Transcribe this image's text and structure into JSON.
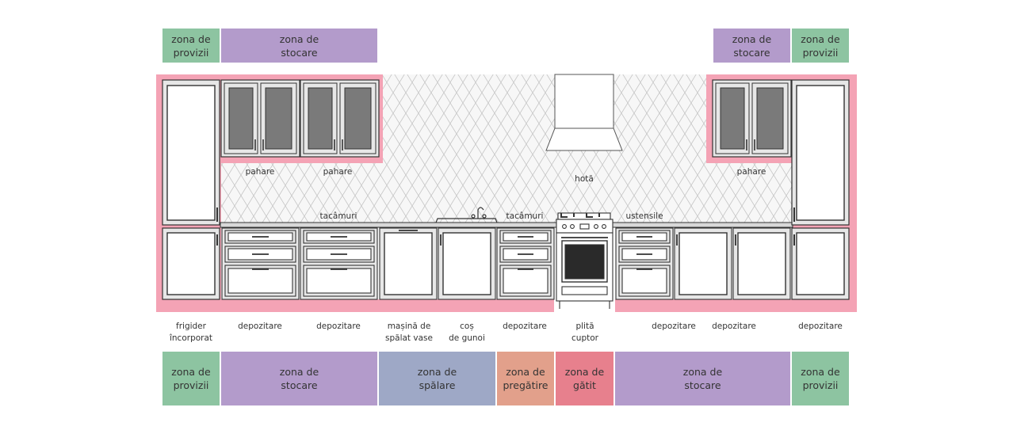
{
  "colors": {
    "provizii": "#8dc4a1",
    "stocare": "#b39bcb",
    "spalare": "#9ea8c6",
    "pregatire": "#e2a08b",
    "gatit": "#e7808d",
    "accent_pink": "#f4a3b5",
    "panel": "#e7e7e7",
    "glass": "#7a7a7a",
    "line": "#333333"
  },
  "top_zones": [
    {
      "text": "zona de\nprovizii",
      "color": "provizii"
    },
    {
      "text": "zona de\nstocare",
      "color": "stocare"
    },
    {
      "text": "zona de\nstocare",
      "color": "stocare"
    },
    {
      "text": "zona de\nprovizii",
      "color": "provizii"
    }
  ],
  "bottom_zones": [
    {
      "text": "zona de\nprovizii",
      "color": "provizii"
    },
    {
      "text": "zona de\nstocare",
      "color": "stocare"
    },
    {
      "text": "zona de\nspălare",
      "color": "spalare"
    },
    {
      "text": "zona de\npregătire",
      "color": "pregatire"
    },
    {
      "text": "zona de\ngătit",
      "color": "gatit"
    },
    {
      "text": "zona de\nstocare",
      "color": "stocare"
    },
    {
      "text": "zona de\nprovizii",
      "color": "provizii"
    }
  ],
  "wall_labels": {
    "pahare_1": "pahare",
    "pahare_2": "pahare",
    "pahare_3": "pahare",
    "hota": "hotă",
    "tacamuri_1": "tacâmuri",
    "tacamuri_2": "tacâmuri",
    "ustensile": "ustensile"
  },
  "appliance_labels": [
    "frigider\nîncorporat",
    "depozitare",
    "depozitare",
    "mașină de\nspălat vase",
    "coș\nde gunoi",
    "depozitare",
    "plită\ncuptor",
    "depozitare",
    "depozitare",
    "depozitare"
  ]
}
